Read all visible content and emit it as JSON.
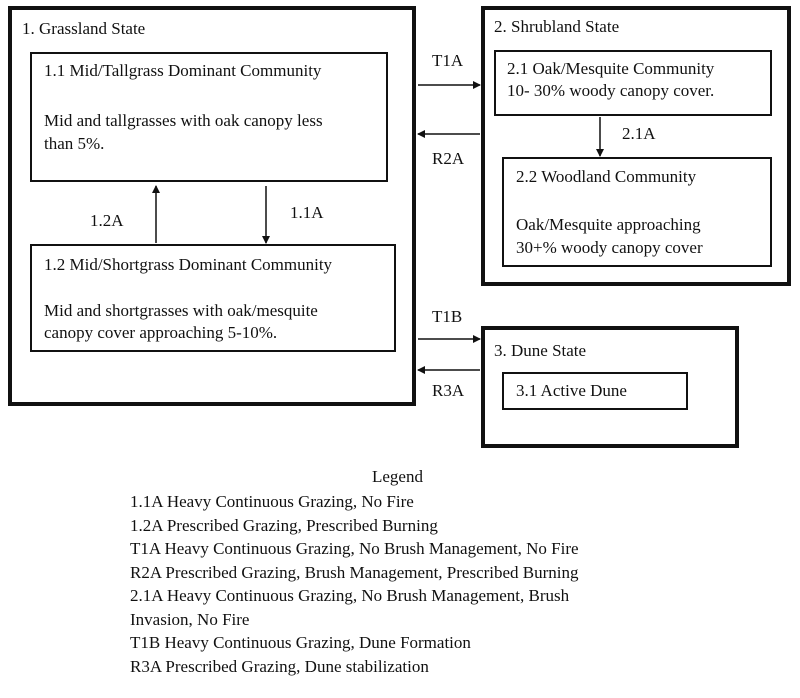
{
  "grassland": {
    "title": "1. Grassland State",
    "c11": {
      "title": "1.1  Mid/Tallgrass Dominant Community",
      "desc1": "Mid and tallgrasses with oak canopy less",
      "desc2": "than 5%."
    },
    "c12": {
      "title": "1.2 Mid/Shortgrass Dominant Community",
      "desc1": "Mid and shortgrasses with oak/mesquite",
      "desc2": "canopy cover approaching 5-10%."
    }
  },
  "shrubland": {
    "title": "2.  Shrubland State",
    "c21": {
      "line1": "2.1 Oak/Mesquite Community",
      "line2": "10- 30% woody canopy cover."
    },
    "c22": {
      "title": "2.2 Woodland Community",
      "desc1": "Oak/Mesquite approaching",
      "desc2": "30+% woody canopy cover"
    }
  },
  "dune": {
    "title": "3.  Dune State",
    "c31": "3.1 Active Dune"
  },
  "transitions": {
    "t1a": "T1A",
    "r2a": "R2A",
    "t1b": "T1B",
    "r3a": "R3A",
    "p11a": "1.1A",
    "p12a": "1.2A",
    "p21a": "2.1A"
  },
  "legend": {
    "title": "Legend",
    "items": [
      "1.1A  Heavy Continuous Grazing, No Fire",
      "1.2A  Prescribed Grazing, Prescribed Burning",
      "T1A  Heavy Continuous Grazing, No Brush Management, No Fire",
      "R2A  Prescribed Grazing, Brush Management, Prescribed Burning",
      "2.1A  Heavy Continuous Grazing, No Brush Management, Brush",
      "Invasion, No Fire",
      "T1B  Heavy Continuous Grazing, Dune Formation",
      "R3A  Prescribed Grazing, Dune stabilization"
    ]
  }
}
